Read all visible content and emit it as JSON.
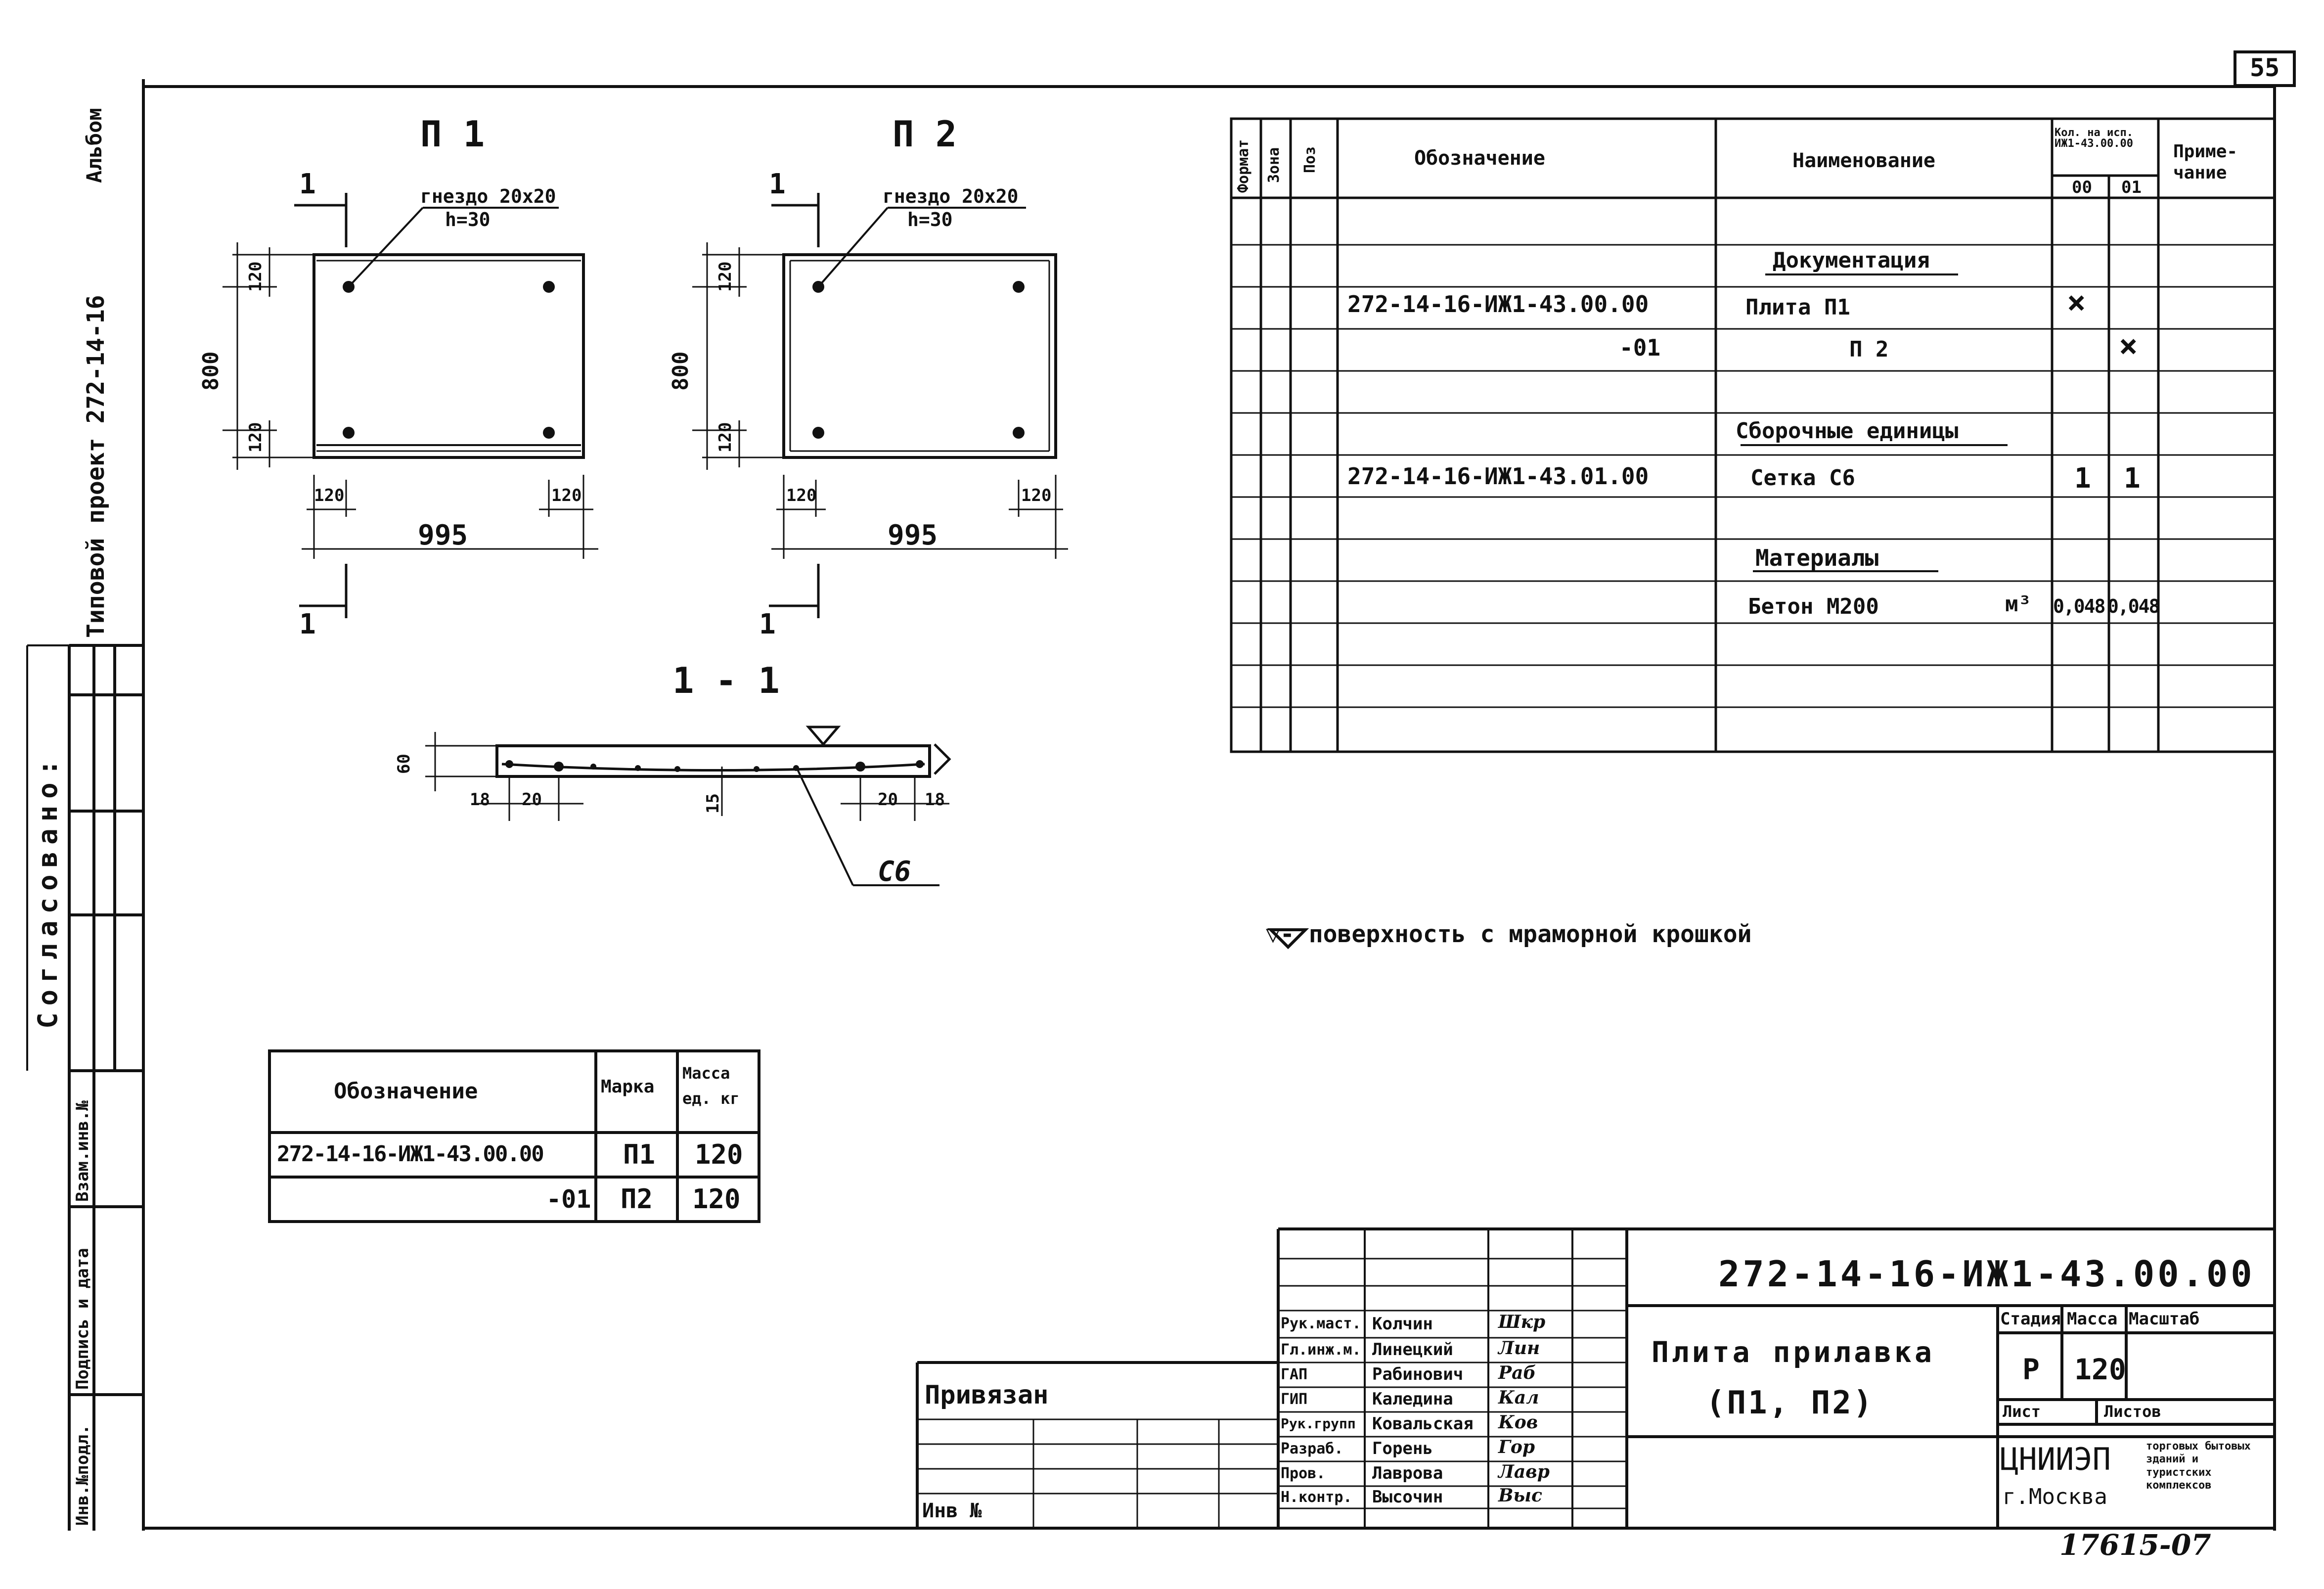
{
  "sheet_number": "55",
  "album": {
    "project_text": "Типовой проект 272-14-16",
    "album_label": "Альбом"
  },
  "side_stamp": {
    "agreed": "Согласовано:",
    "inv_podl": "Инв.№подл.",
    "sign_date": "Подпись и дата",
    "inv_vzam": "Взам.инв.№"
  },
  "drawing": {
    "p1_title": "П 1",
    "p2_title": "П 2",
    "nest_label": "гнездо 20х20",
    "nest_depth": "h=30",
    "dim_120": "120",
    "dim_800": "800",
    "dim_995": "995",
    "cut_mark": "1",
    "section_title": "1 - 1",
    "dim_60": "60",
    "dim_18": "18",
    "dim_20": "20",
    "dim_15": "15",
    "mesh_label": "С6",
    "legend": "▽- поверхность с мраморной крошкой"
  },
  "spec_table": {
    "headers": {
      "format": "Формат",
      "zone": "Зона",
      "pos": "Поз",
      "designation": "Обозначение",
      "name": "Наименование",
      "qty": "Кол. на исп. ИЖ1-43.00.00",
      "qty_00": "00",
      "qty_01": "01",
      "note": "Приме-\nчание"
    },
    "rows": [
      {
        "designation": "",
        "name": "Документация",
        "q00": "",
        "q01": ""
      },
      {
        "designation": "272-14-16-ИЖ1-43.00.00",
        "name": "Плита  П1",
        "q00": "×",
        "q01": ""
      },
      {
        "designation": "-01",
        "name": "П 2",
        "q00": "",
        "q01": "×"
      },
      {
        "designation": "",
        "name": "Сборочные единицы",
        "q00": "",
        "q01": ""
      },
      {
        "designation": "272-14-16-ИЖ1-43.01.00",
        "name": "Сетка  С6",
        "q00": "1",
        "q01": "1"
      },
      {
        "designation": "",
        "name": "Материалы",
        "q00": "",
        "q01": ""
      },
      {
        "designation": "",
        "name": "Бетон  М200",
        "unit": "м³",
        "q00": "0,048",
        "q01": "0,048"
      }
    ]
  },
  "mark_table": {
    "headers": {
      "designation": "Обозначение",
      "mark": "Марка",
      "mass": "Масса ед. кг"
    },
    "rows": [
      {
        "designation": "272-14-16-ИЖ1-43.00.00",
        "mark": "П1",
        "mass": "120"
      },
      {
        "designation": "-01",
        "mark": "П2",
        "mass": "120"
      }
    ]
  },
  "title_block": {
    "code": "272-14-16-ИЖ1-43.00.00",
    "title_line1": "Плита прилавка",
    "title_line2": "(П1, П2)",
    "stage_label": "Стадия",
    "mass_label": "Масса",
    "scale_label": "Масштаб",
    "stage": "Р",
    "mass": "120",
    "sheet_label": "Лист",
    "sheets_label": "Листов",
    "org": "ЦНИИЭП",
    "city": "г.Москва",
    "org_dept": "торговых бытовых зданий и туристских комплексов",
    "bound_label": "Привязан",
    "inv_label": "Инв №",
    "roles": [
      {
        "role": "Рук.маст.",
        "name": "Колчин",
        "sign": "Шкр"
      },
      {
        "role": "Гл.инж.м.",
        "name": "Линецкий",
        "sign": "Лин"
      },
      {
        "role": "ГАП",
        "name": "Рабинович",
        "sign": "Раб"
      },
      {
        "role": "ГИП",
        "name": "Каледина",
        "sign": "Кал"
      },
      {
        "role": "Рук.групп",
        "name": "Ковальская",
        "sign": "Ков"
      },
      {
        "role": "Разраб.",
        "name": "Горень",
        "sign": "Гор"
      },
      {
        "role": "Пров.",
        "name": "Лаврова",
        "sign": "Лавр"
      },
      {
        "role": "Н.контр.",
        "name": "Высочин",
        "sign": "Выс"
      }
    ]
  },
  "bottom_code": "17615-07"
}
